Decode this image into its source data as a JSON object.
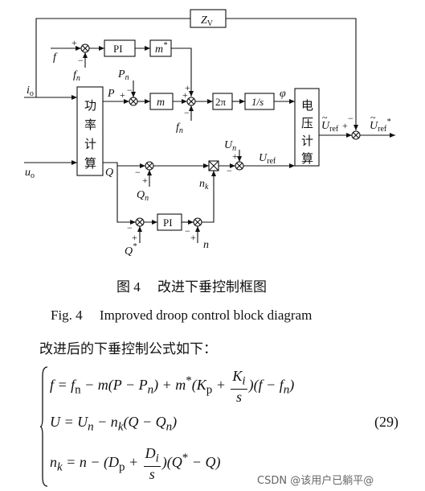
{
  "diagram": {
    "blocks": {
      "zv": "Z",
      "zv_sub": "V",
      "pi_top": "PI",
      "m_star": "m",
      "m_star_sup": "*",
      "m": "m",
      "two_pi": "2π",
      "integrator": "1/s",
      "pi_bottom": "PI",
      "power_calc": [
        "功",
        "率",
        "计",
        "算"
      ],
      "voltage_calc": [
        "电",
        "压",
        "计",
        "算"
      ]
    },
    "signals": {
      "f": "f",
      "fn_top": "f",
      "fn_top_sub": "n",
      "io": "i",
      "io_sub": "o",
      "uo": "u",
      "uo_sub": "o",
      "P": "P",
      "Pn": "P",
      "Pn_sub": "n",
      "fn_mid": "f",
      "fn_mid_sub": "n",
      "phi": "φ",
      "Q": "Q",
      "Qn": "Q",
      "Qn_sub": "n",
      "Un": "U",
      "Un_sub": "n",
      "nk": "n",
      "nk_sub": "k",
      "Uref": "U",
      "Uref_sub": "ref",
      "Qstar": "Q",
      "Qstar_sup": "*",
      "n": "n",
      "Uref_tilde": "U",
      "Uref_tilde_sub": "ref",
      "Uref_tilde_star": "U",
      "Uref_tilde_star_sub": "ref",
      "Uref_tilde_star_sup": "*"
    },
    "signs": {
      "plus": "+",
      "minus": "−"
    }
  },
  "caption": {
    "cn": "图 4　 改进下垂控制框图",
    "en": "Fig. 4　 Improved droop control block diagram"
  },
  "intro": "改进后的下垂控制公式如下：",
  "equations": {
    "eq1_a": "f = f",
    "eq1_a_sub": "n",
    "eq1_b": " − m(P − P",
    "eq1_b_sub": "n",
    "eq1_c": ") + m",
    "eq1_c_sup": "*",
    "eq1_d": "(K",
    "eq1_d_sub": "p",
    "eq1_e": " + ",
    "eq1_frac_num": "K",
    "eq1_frac_num_sub": "i",
    "eq1_frac_den": "s",
    "eq1_f": ")(f − f",
    "eq1_f_sub": "n",
    "eq1_g": ")",
    "eq2_a": "U = U",
    "eq2_a_sub": "n",
    "eq2_b": " − n",
    "eq2_b_sub": "k",
    "eq2_c": "(Q − Q",
    "eq2_c_sub": "n",
    "eq2_d": ")",
    "eq3_a": "n",
    "eq3_a_sub": "k",
    "eq3_b": " = n − (D",
    "eq3_b_sub": "p",
    "eq3_c": " + ",
    "eq3_frac_num": "D",
    "eq3_frac_num_sub": "i",
    "eq3_frac_den": "s",
    "eq3_d": ")(Q",
    "eq3_d_sup": "*",
    "eq3_e": " − Q)",
    "number": "(29)"
  },
  "watermark": "CSDN @该用户已躺平@"
}
